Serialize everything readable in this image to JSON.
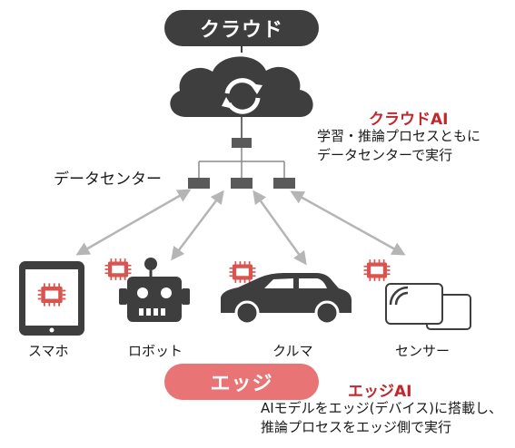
{
  "cloud": {
    "label": "クラウド"
  },
  "cloud_ai": {
    "title": "クラウドAI",
    "desc": [
      "学習・推論プロセスともに",
      "データセンターで実行"
    ]
  },
  "datacenter": {
    "label": "データセンター"
  },
  "devices": [
    {
      "label": "スマホ",
      "icon": "smartphone-icon"
    },
    {
      "label": "ロボット",
      "icon": "robot-icon"
    },
    {
      "label": "クルマ",
      "icon": "car-icon"
    },
    {
      "label": "センサー",
      "icon": "sensor-icon"
    }
  ],
  "edge": {
    "label": "エッジ"
  },
  "edge_ai": {
    "title": "エッジAI",
    "desc": [
      "AIモデルをエッジ(デバイス)に搭載し、",
      "推論プロセスをエッジ側で実行"
    ]
  },
  "colors": {
    "dark": "#3e3e3e",
    "edge_pill": "#e87476",
    "accent_red": "#c0272d",
    "chip_red": "#d9534f",
    "arrow": "#b5b5b5"
  }
}
